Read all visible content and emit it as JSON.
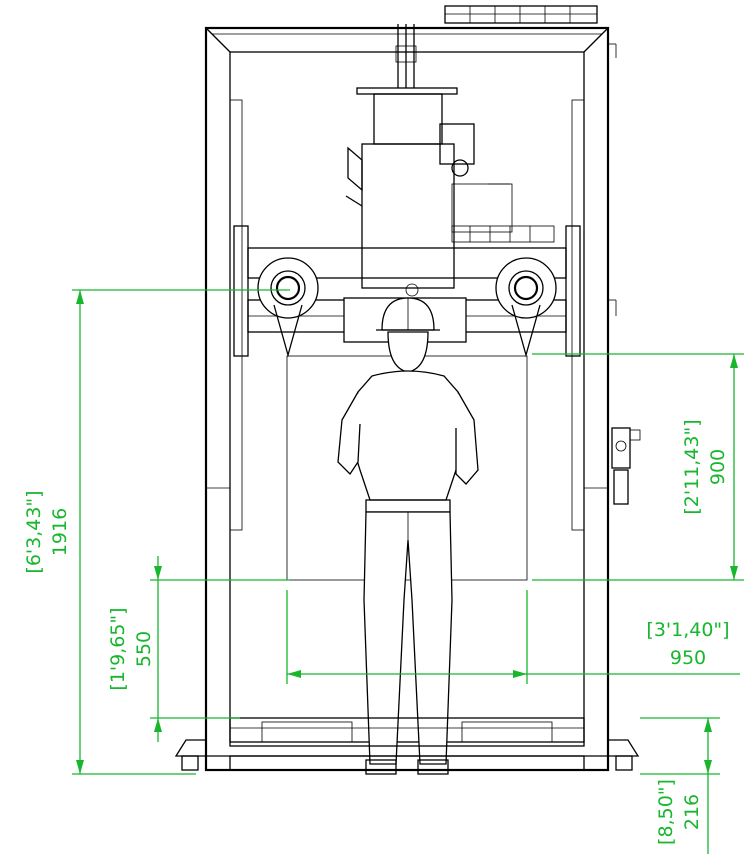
{
  "dimensions": {
    "total_height": {
      "imperial": "[6'3,43\"]",
      "metric": "1916"
    },
    "platform_height": {
      "imperial": "[1'9,65\"]",
      "metric": "550"
    },
    "bag_height": {
      "imperial": "[2'11,43\"]",
      "metric": "900"
    },
    "bag_width": {
      "imperial": "[3'1,40\"]",
      "metric": "950"
    },
    "base_height": {
      "imperial": "[8,50\"]",
      "metric": "216"
    }
  },
  "colors": {
    "dimension": "#17b62d",
    "linework": "#000000",
    "background": "#ffffff"
  },
  "icons": [
    "hard-hat-icon",
    "pressure-regulator-icon"
  ]
}
